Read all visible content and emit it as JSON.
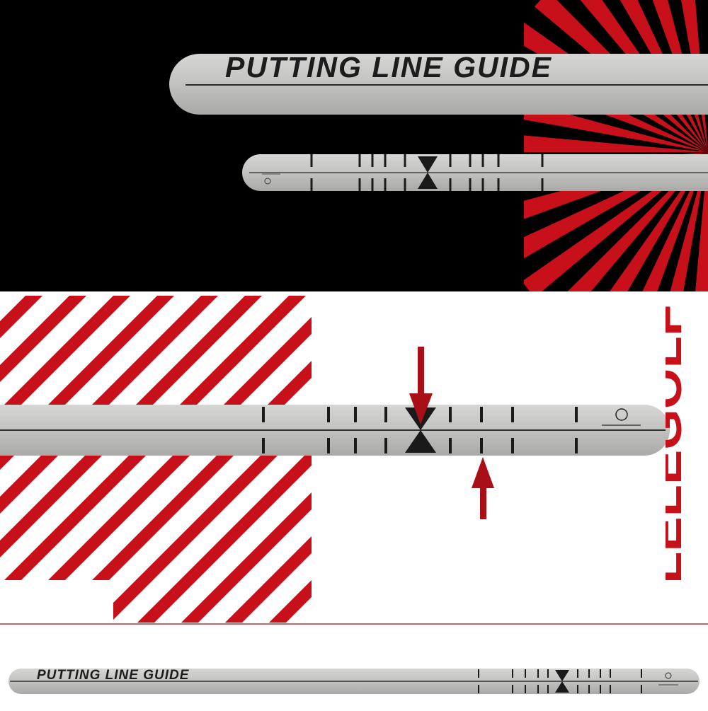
{
  "product": {
    "title_top": "PUTTING LINE GUIDE",
    "title_bottom": "PUTTING LINE GUIDE",
    "brand_vertical": "LELEGOLF"
  },
  "colors": {
    "background_dark": "#000000",
    "accent_red": "#c8101a",
    "metal": "#c4c4c2",
    "marking": "#1a1a1a"
  },
  "icons": {
    "brand_logo": "m-circle-logo-icon",
    "pointer_down": "arrow-down-icon",
    "pointer_up": "arrow-up-icon"
  }
}
